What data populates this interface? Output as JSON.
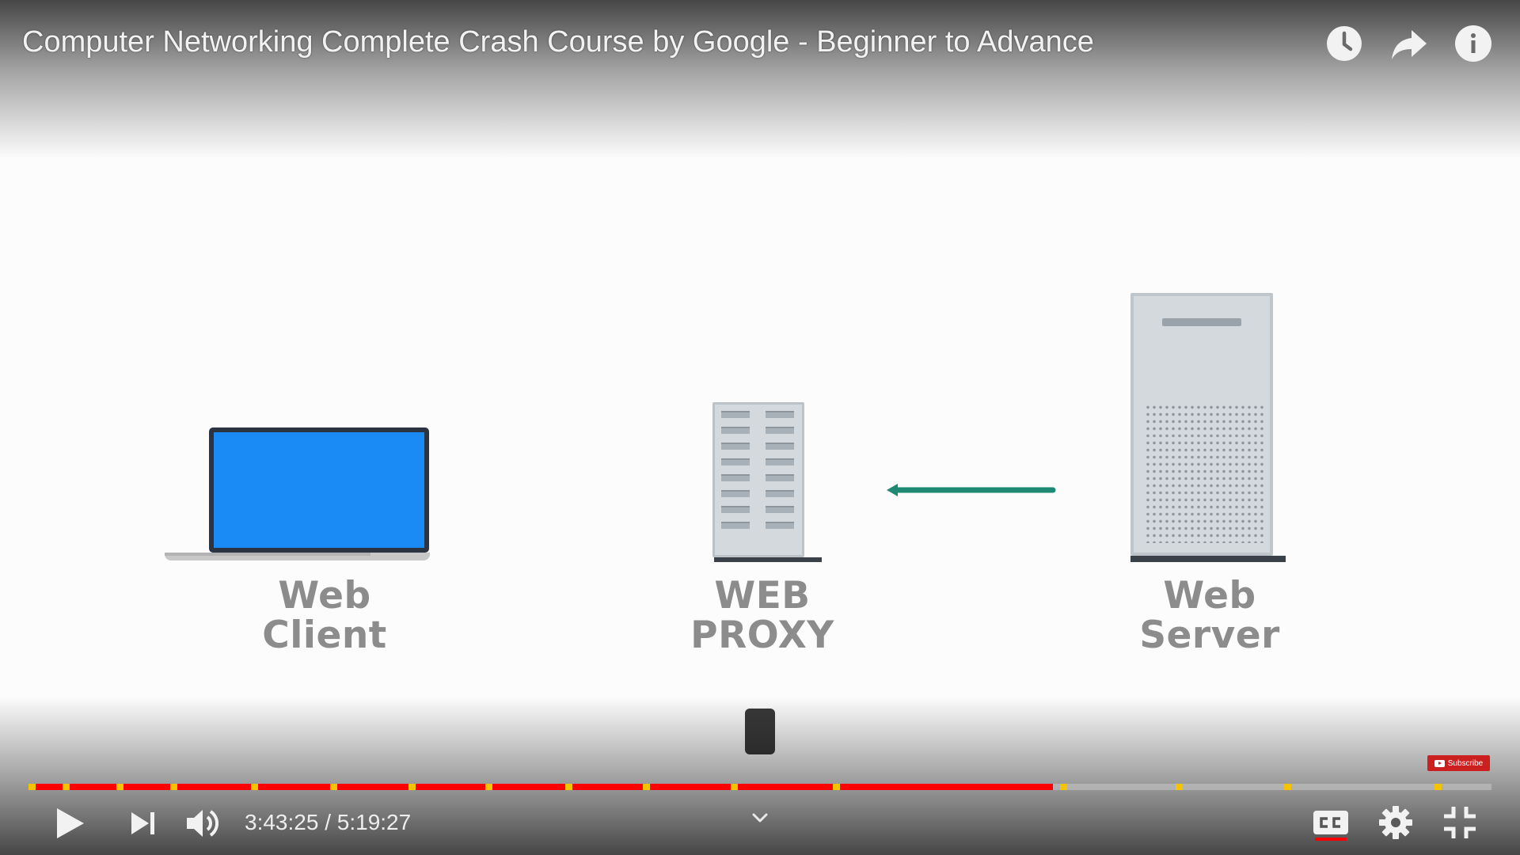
{
  "video": {
    "title": "Computer Networking Complete Crash Course by Google - Beginner to Advance"
  },
  "scene": {
    "client_label_line1": "Web",
    "client_label_line2": "Client",
    "proxy_label_line1": "WEB",
    "proxy_label_line2": "PROXY",
    "server_label_line1": "Web",
    "server_label_line2": "Server"
  },
  "player": {
    "current_time": "3:43:25",
    "duration": "5:19:27",
    "time_separator": " / ",
    "played_fraction": 0.7,
    "chapter_fractions": [
      0.0,
      0.023,
      0.06,
      0.097,
      0.152,
      0.206,
      0.26,
      0.312,
      0.367,
      0.42,
      0.48,
      0.55,
      0.705,
      0.784,
      0.858,
      0.961
    ],
    "subscribe_label": "Subscribe",
    "colors": {
      "progress_played": "#ff0000",
      "chapter_marker": "#f6c300",
      "laptop_screen": "#1a8af5",
      "arrow": "#1f8a73"
    },
    "icons": {
      "top": [
        "watch-later-icon",
        "share-icon",
        "info-icon"
      ],
      "controls": [
        "play-icon",
        "next-icon",
        "volume-icon",
        "chevron-down-icon",
        "cc-icon",
        "settings-gear-icon",
        "exit-fullscreen-icon"
      ]
    }
  }
}
